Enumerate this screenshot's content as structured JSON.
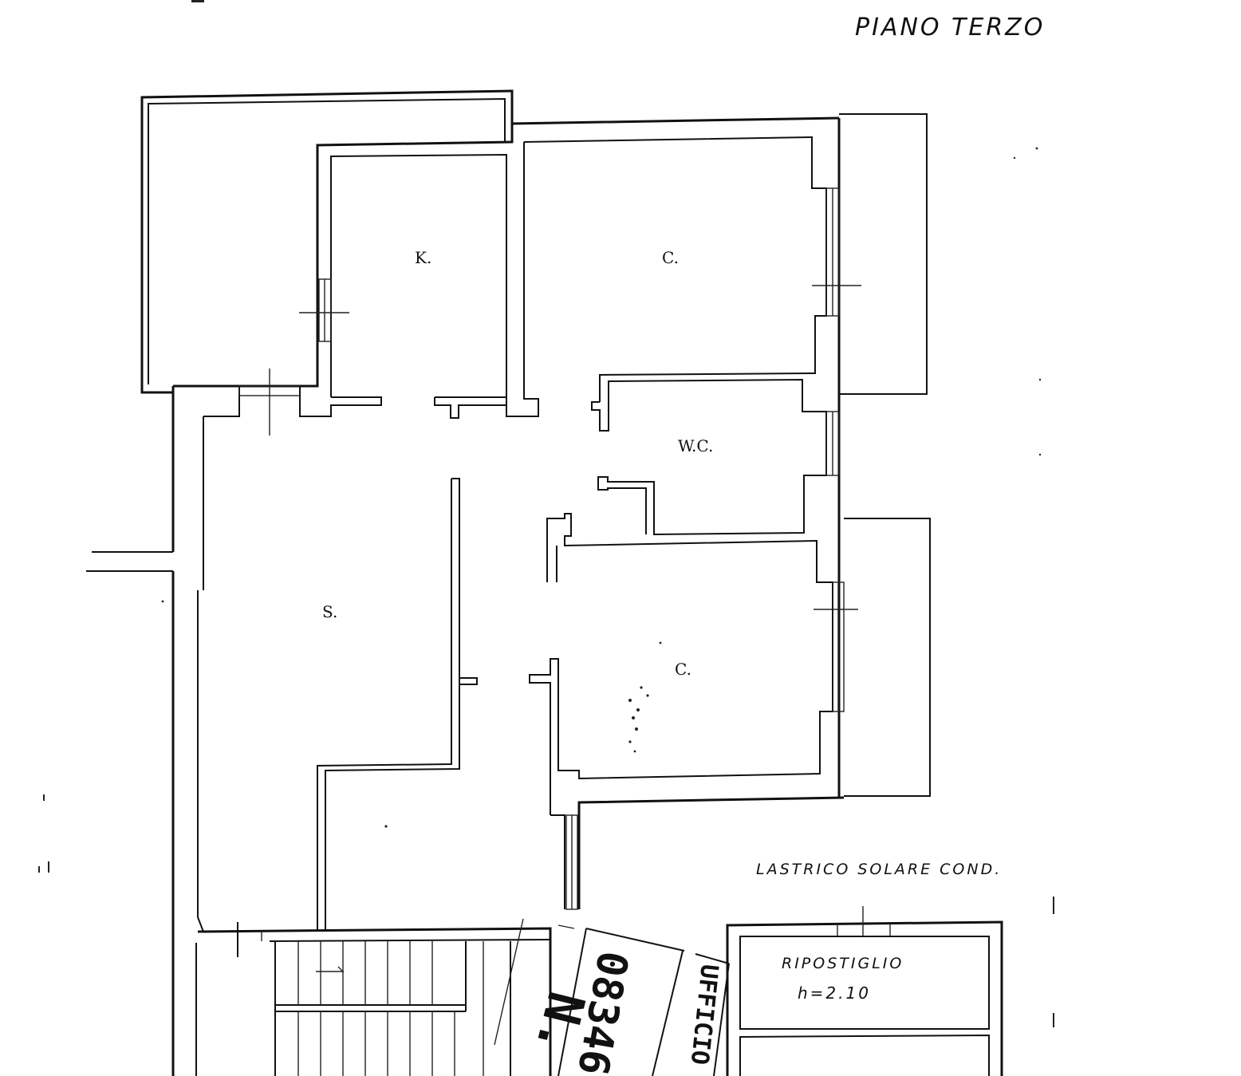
{
  "header": {
    "floor_title": "PIANO TERZO"
  },
  "rooms": {
    "kitchen": "K.",
    "bedroom_top": "C.",
    "bathroom": "W.C.",
    "living": "S.",
    "bedroom_bottom": "C."
  },
  "terrace": {
    "label": "LASTRICO SOLARE COND."
  },
  "storage": {
    "label": "RIPOSTIGLIO",
    "height": "h=2.10"
  },
  "stamp": {
    "office": "UFFICIO",
    "number_fragment": "08346",
    "n_fragment": "N. C"
  },
  "colors": {
    "ink": "#111111",
    "paper": "#ffffff"
  }
}
